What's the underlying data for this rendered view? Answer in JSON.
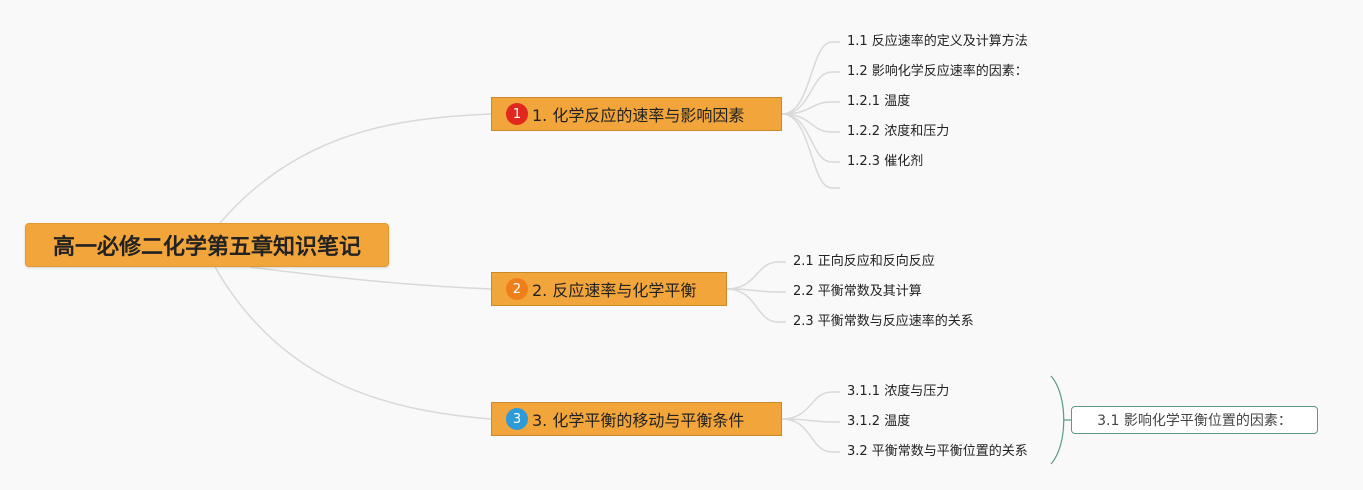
{
  "root": {
    "title": "高一必修二化学第五章知识笔记"
  },
  "branches": [
    {
      "number": "1",
      "label": "1. 化学反应的速率与影响因素",
      "badge_color": "#e0281e",
      "leaves": [
        "1.1 反应速率的定义及计算方法",
        "1.2 影响化学反应速率的因素：",
        "1.2.1 温度",
        "1.2.2 浓度和压力",
        "1.2.3 催化剂",
        ""
      ]
    },
    {
      "number": "2",
      "label": "2. 反应速率与化学平衡",
      "badge_color": "#ee7f1a",
      "leaves": [
        "2.1 正向反应和反向反应",
        "2.2 平衡常数及其计算",
        "2.3 平衡常数与反应速率的关系"
      ]
    },
    {
      "number": "3",
      "label": "3. 化学平衡的移动与平衡条件",
      "badge_color": "#2f9ad8",
      "leaves": [
        "3.1.1 浓度与压力",
        "3.1.2 温度",
        "3.2 平衡常数与平衡位置的关系"
      ]
    }
  ],
  "summary": {
    "label": "3.1 影响化学平衡位置的因素："
  },
  "colors": {
    "node_fill": "#f2a53a",
    "link": "#d9d9d9",
    "summary_border": "#5b9b86"
  }
}
